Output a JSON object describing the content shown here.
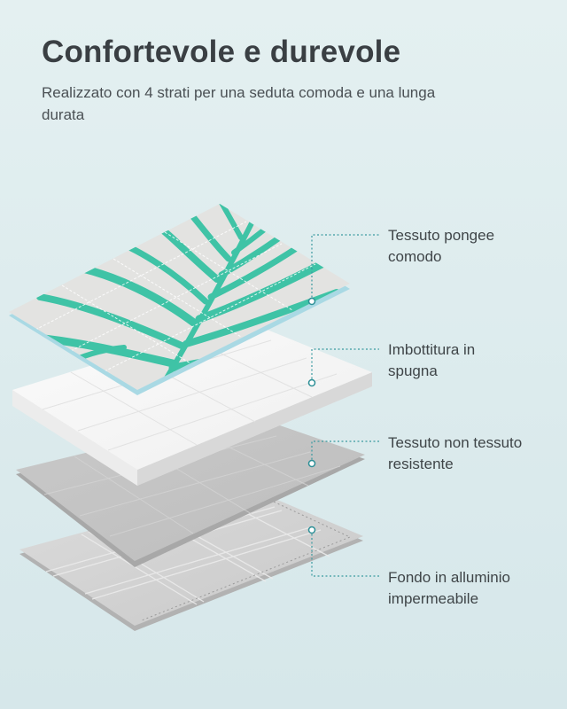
{
  "header": {
    "title": "Confortevole e durevole",
    "subtitle": "Realizzato con 4 strati per una seduta comoda e una lunga durata"
  },
  "layers": [
    {
      "line1": "Tessuto pongee",
      "line2": "comodo"
    },
    {
      "line1": "Imbottitura in",
      "line2": "spugna"
    },
    {
      "line1": "Tessuto non tessuto",
      "line2": "resistente"
    },
    {
      "line1": "Fondo in alluminio",
      "line2": "impermeabile"
    }
  ],
  "colors": {
    "background": "#e4f0f1",
    "leaf": "#3fc3a6",
    "fabric": "#e3e3e1",
    "foam": "#f7f7f7",
    "nonwoven": "#c4c4c4",
    "aluminium": "#d2d2d2",
    "callout": "#2d8f96"
  }
}
